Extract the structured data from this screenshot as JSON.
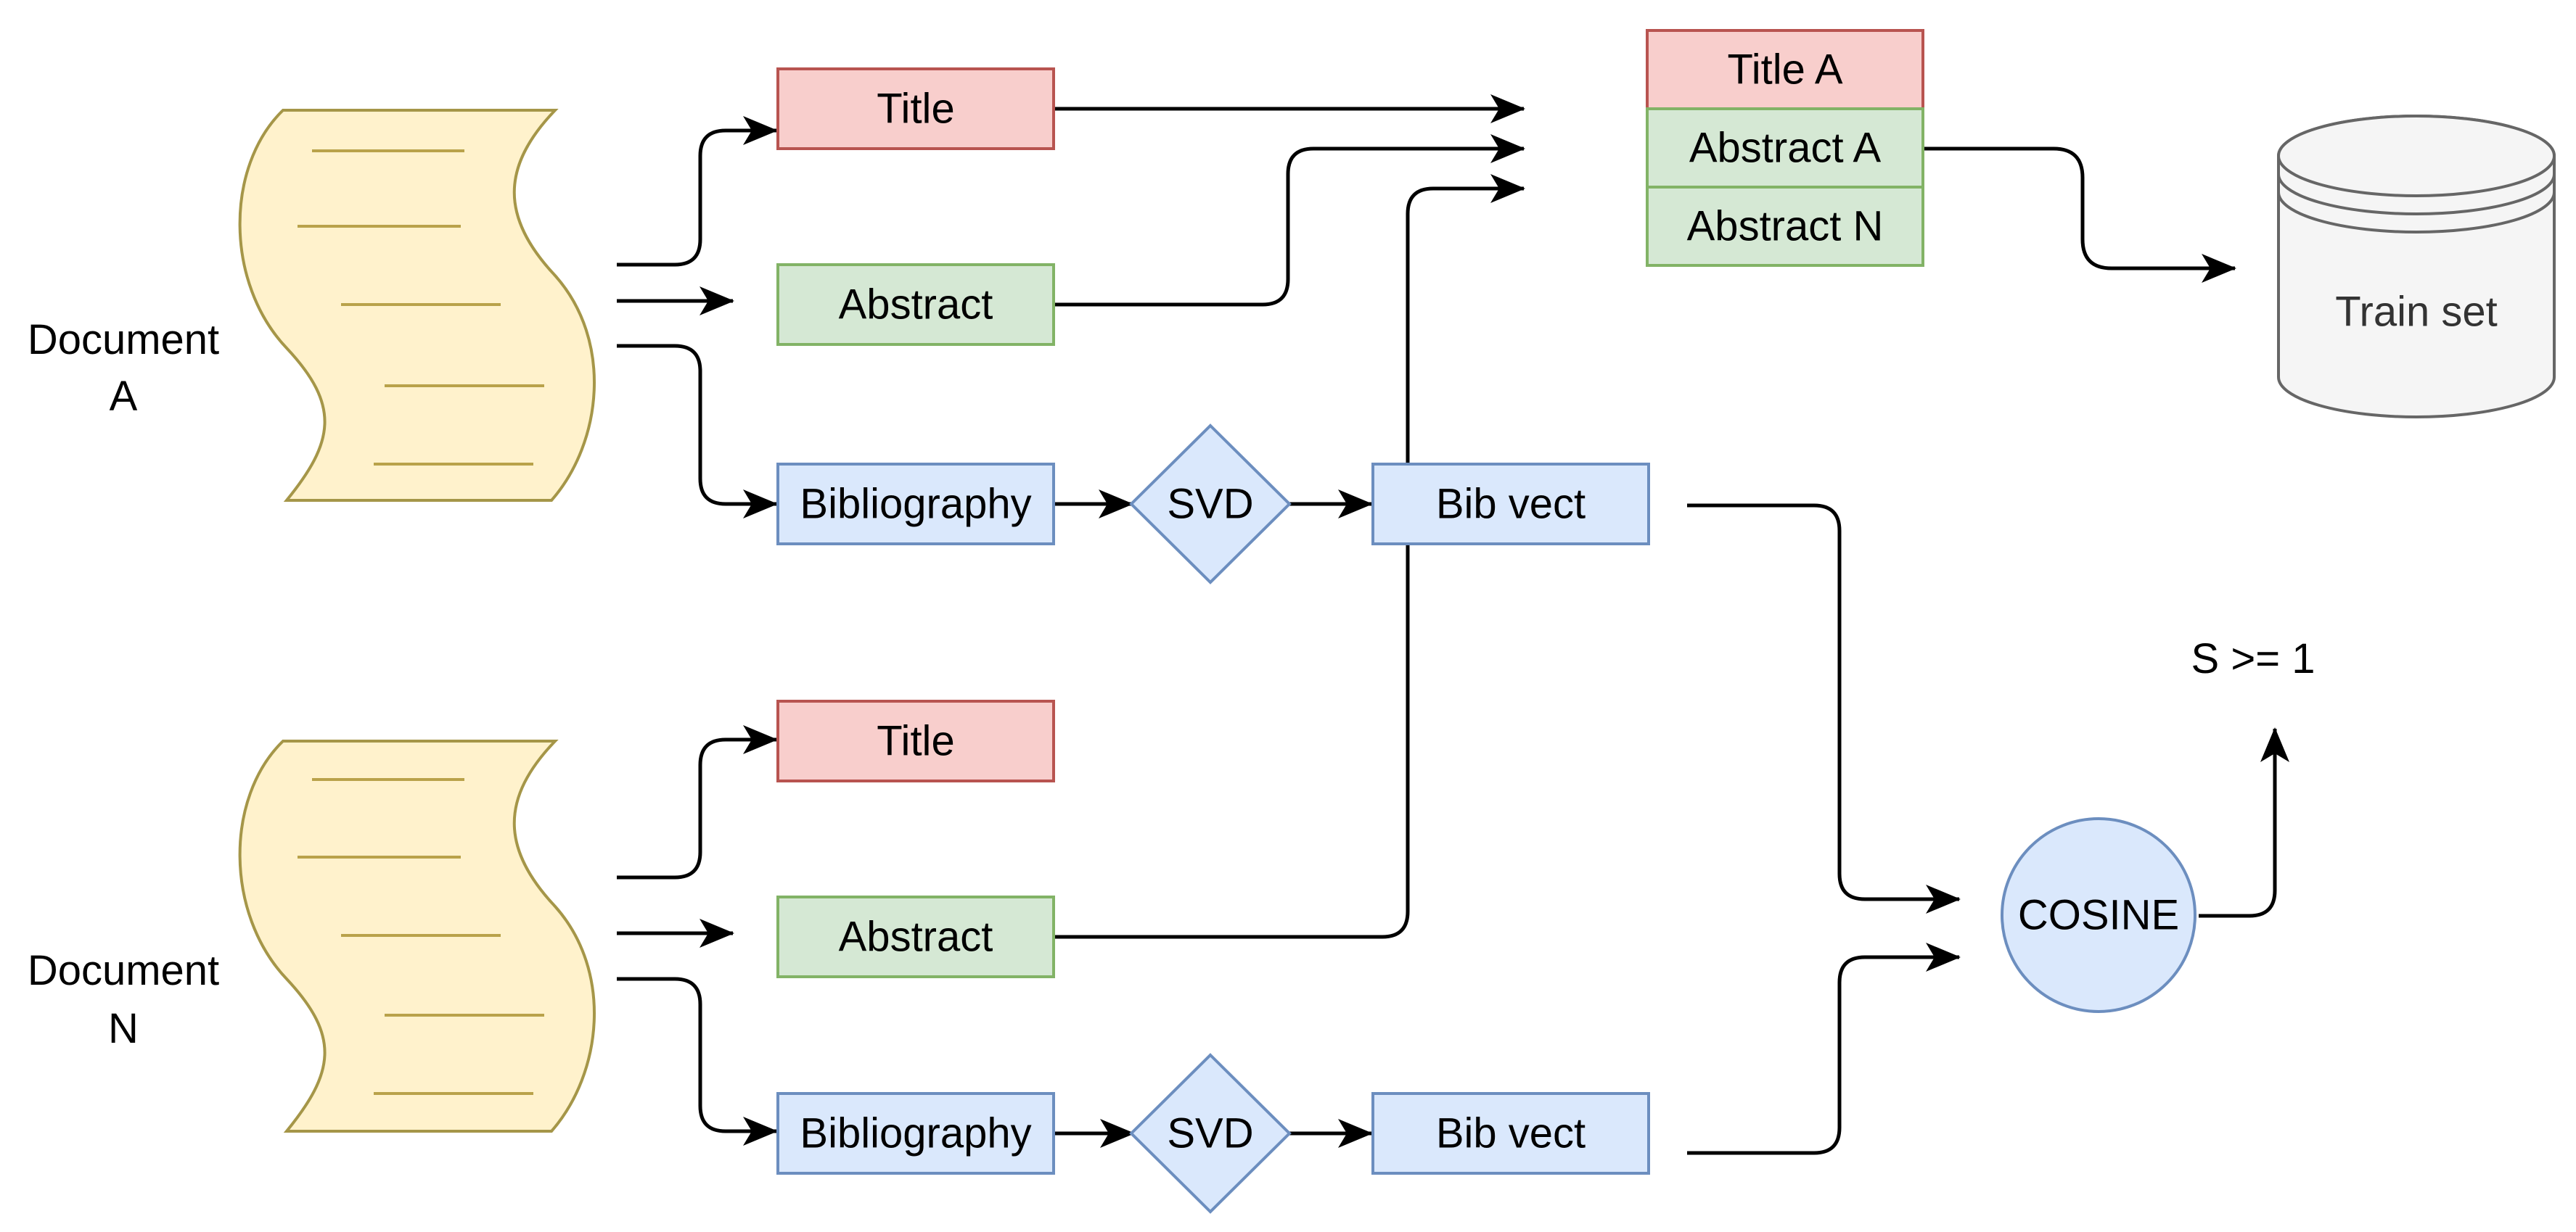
{
  "colors": {
    "title_fill": "#f8cecc",
    "title_stroke": "#b85450",
    "abstract_fill": "#d5e8d4",
    "abstract_stroke": "#82b366",
    "blue_fill": "#dae8fc",
    "blue_stroke": "#6c8ebf",
    "doc_fill": "#fff2cc",
    "doc_stroke": "#a59648",
    "cyl_fill": "#f5f5f5",
    "cyl_stroke": "#666666",
    "arrow": "#000000"
  },
  "doc_a": {
    "label_line1": "Document",
    "label_line2": "A"
  },
  "doc_n": {
    "label_line1": "Document",
    "label_line2": "N"
  },
  "row_a": {
    "title": "Title",
    "abstract": "Abstract",
    "bibliography": "Bibliography",
    "svd": "SVD",
    "bib_vect": "Bib vect"
  },
  "row_n": {
    "title": "Title",
    "abstract": "Abstract",
    "bibliography": "Bibliography",
    "svd": "SVD",
    "bib_vect": "Bib vect"
  },
  "stack": {
    "title_a": "Title A",
    "abstract_a": "Abstract A",
    "abstract_n": "Abstract N"
  },
  "train_set": "Train set",
  "cosine": "COSINE",
  "threshold": "S >= 1"
}
